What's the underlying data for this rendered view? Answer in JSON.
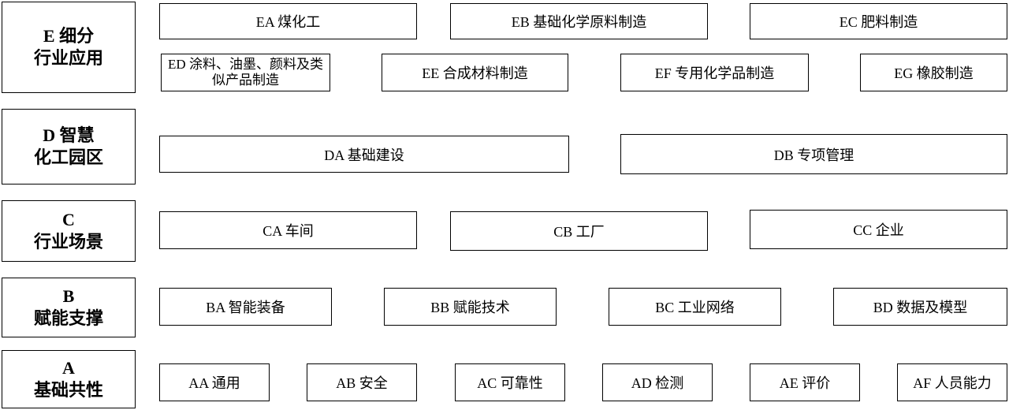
{
  "layers": {
    "E": {
      "label_line1": "E 细分",
      "label_line2": "行业应用",
      "items": [
        "EA 煤化工",
        "EB 基础化学原料制造",
        "EC 肥料制造",
        "ED 涂料、油墨、颜料及类似产品制造",
        "EE 合成材料制造",
        "EF 专用化学品制造",
        "EG 橡胶制造"
      ]
    },
    "D": {
      "label_line1": "D 智慧",
      "label_line2": "化工园区",
      "items": [
        "DA 基础建设",
        "DB 专项管理"
      ]
    },
    "C": {
      "label_line1": "C",
      "label_line2": "行业场景",
      "items": [
        "CA 车间",
        "CB 工厂",
        "CC 企业"
      ]
    },
    "B": {
      "label_line1": "B",
      "label_line2": "赋能支撑",
      "items": [
        "BA 智能装备",
        "BB 赋能技术",
        "BC 工业网络",
        "BD 数据及模型"
      ]
    },
    "A": {
      "label_line1": "A",
      "label_line2": "基础共性",
      "items": [
        "AA 通用",
        "AB 安全",
        "AC 可靠性",
        "AD 检测",
        "AE 评价",
        "AF 人员能力"
      ]
    }
  }
}
